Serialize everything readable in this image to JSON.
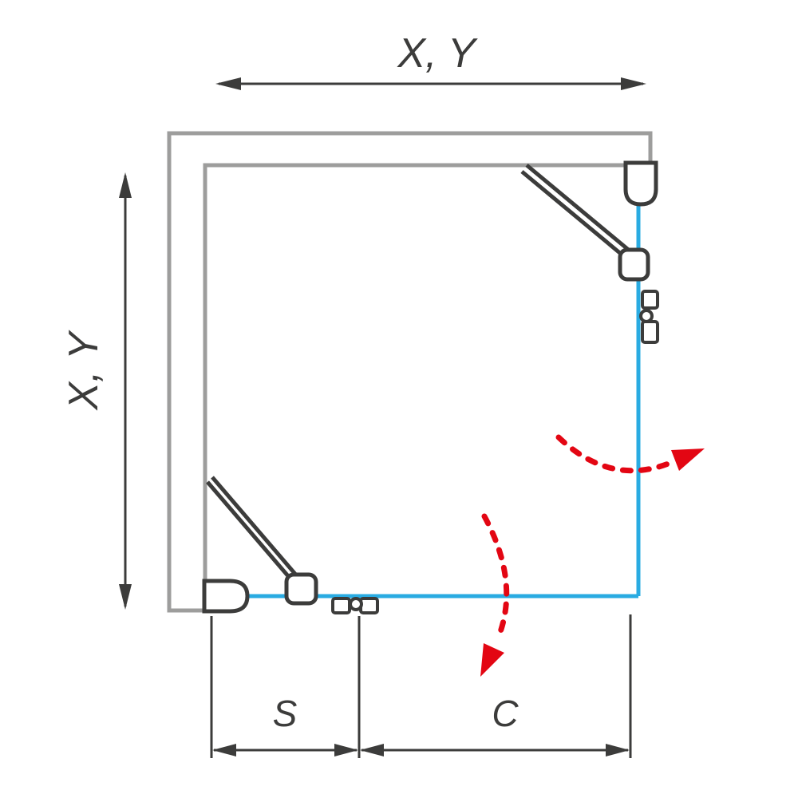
{
  "diagram": {
    "labels": {
      "top_width": "X, Y",
      "left_height": "X, Y",
      "segment_s": "S",
      "segment_c": "C"
    },
    "colors": {
      "wall": "#9d9d9c",
      "glass": "#29abe2",
      "ink": "#3c3c3b",
      "swing": "#e30613",
      "bg": "#ffffff"
    }
  }
}
